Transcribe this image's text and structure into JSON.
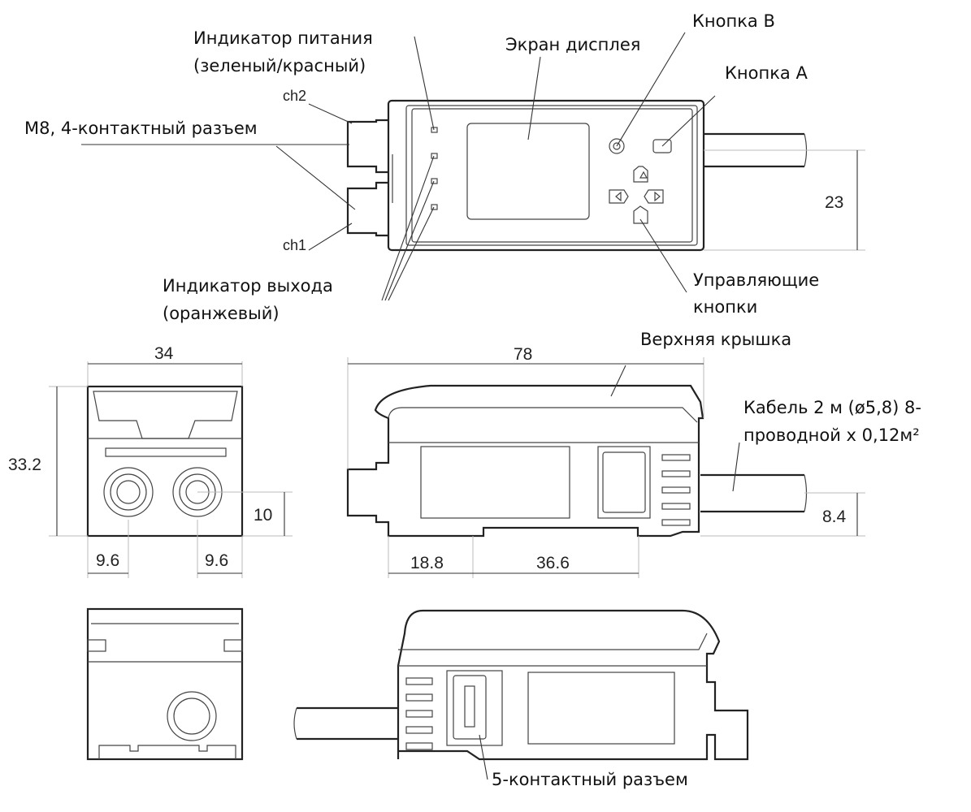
{
  "labels": {
    "power_indicator_1": "Индикатор питания",
    "power_indicator_2": "(зеленый/красный)",
    "display_screen": "Экран дисплея",
    "button_b": "Кнопка B",
    "button_a": "Кнопка A",
    "m8_connector": "M8, 4-контактный разъем",
    "ch2": "ch2",
    "ch1": "ch1",
    "output_indicator_1": "Индикатор выхода",
    "output_indicator_2": "(оранжевый)",
    "control_buttons_1": "Управляющие",
    "control_buttons_2": "кнопки",
    "top_cover": "Верхняя крышка",
    "cable_1": "Кабель 2 м (ø5,8) 8-",
    "cable_2": "проводной x 0,12м²",
    "pin5_connector": "5-контактный разъем"
  },
  "dimensions": {
    "height_top": "23",
    "width_front": "34",
    "length_side": "78",
    "height_front": "33.2",
    "connector_height": "10",
    "cable_height": "8.4",
    "pitch_left": "9.6",
    "pitch_right": "9.6",
    "rail_offset": "18.8",
    "rail_span": "36.6"
  }
}
